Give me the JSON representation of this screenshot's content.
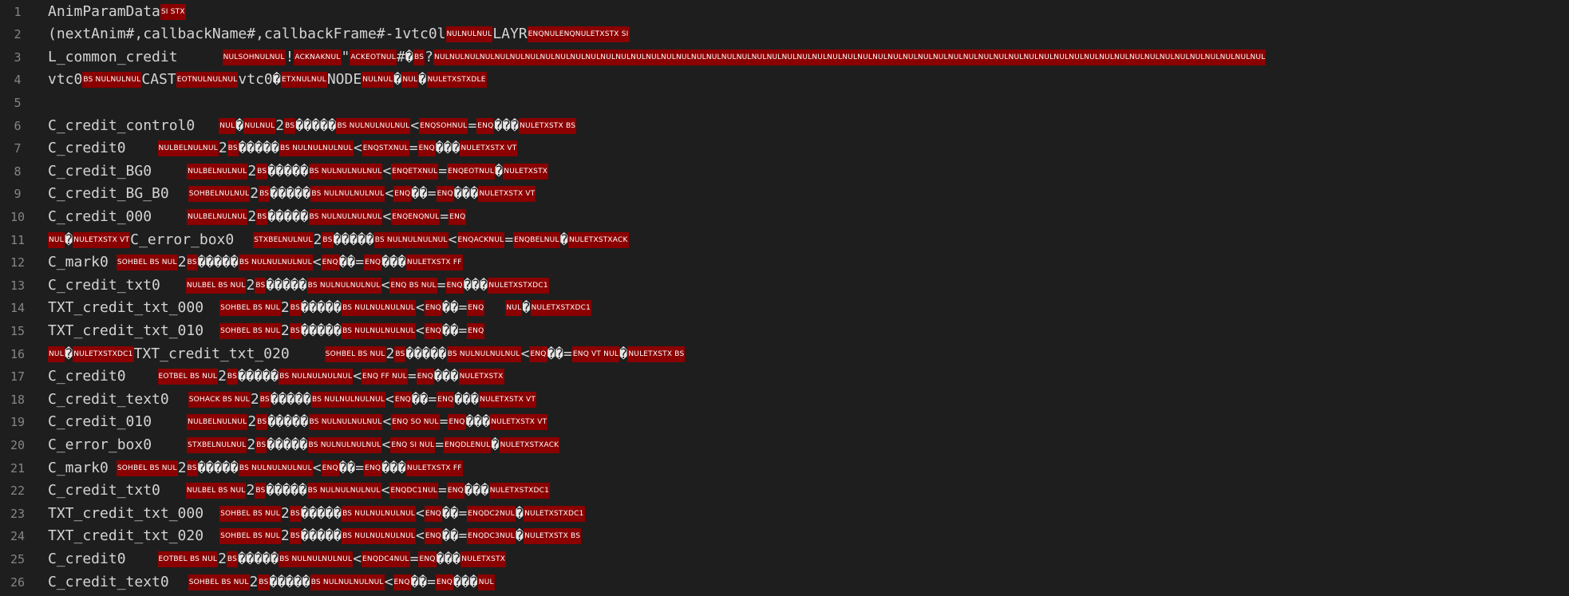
{
  "lines": [
    {
      "n": "1",
      "segs": [
        [
          "t",
          "AnimParamData"
        ],
        [
          "c",
          "SI STX"
        ]
      ]
    },
    {
      "n": "2",
      "segs": [
        [
          "t",
          "(nextAnim#,callbackName#,callbackFrame#-1vtc0l"
        ],
        [
          "c",
          "NULNULNUL"
        ],
        [
          "t",
          "LAYR"
        ],
        [
          "c",
          "ENQNULENQNULETXSTX SI"
        ]
      ]
    },
    {
      "n": "3",
      "segs": [
        [
          "t",
          "L_common_credit"
        ],
        [
          "s",
          "56"
        ],
        [
          "c",
          "NULSOHNULNUL"
        ],
        [
          "t",
          "!"
        ],
        [
          "c",
          "ACKNAKNUL"
        ],
        [
          "t",
          "\""
        ],
        [
          "c",
          "ACKEOTNUL"
        ],
        [
          "t",
          "#"
        ],
        [
          "r",
          "�"
        ],
        [
          "c",
          "BS"
        ],
        [
          "t",
          "?"
        ],
        [
          "c",
          "NULNULNULNULNULNULNULNULNULNULNULNULNULNULNULNULNULNULNULNULNULNULNULNULNULNULNULNULNULNULNULNULNULNULNULNULNULNULNULNULNULNULNULNULNULNULNULNULNULNULNULNULNULNULNUL"
        ]
      ]
    },
    {
      "n": "4",
      "segs": [
        [
          "t",
          "vtc0"
        ],
        [
          "c",
          "BS NULNULNUL"
        ],
        [
          "t",
          "CAST"
        ],
        [
          "c",
          "EOTNULNULNUL"
        ],
        [
          "t",
          "vtc0"
        ],
        [
          "r",
          "�"
        ],
        [
          "c",
          "ETXNULNUL"
        ],
        [
          "t",
          "NODE"
        ],
        [
          "c",
          "NULNUL"
        ],
        [
          "r",
          "�"
        ],
        [
          "c",
          "NUL"
        ],
        [
          "r",
          "�"
        ],
        [
          "c",
          "NULETXSTXDLE"
        ]
      ]
    },
    {
      "n": "5",
      "segs": []
    },
    {
      "n": "6",
      "segs": [
        [
          "t",
          "C_credit_control0"
        ],
        [
          "s",
          "30"
        ],
        [
          "c",
          "NUL"
        ],
        [
          "r",
          "�"
        ],
        [
          "c",
          "NULNUL"
        ],
        [
          "t",
          "2"
        ],
        [
          "c",
          "BS"
        ],
        [
          "r",
          "�����"
        ],
        [
          "c",
          "BS NULNULNULNUL"
        ],
        [
          "t",
          "<"
        ],
        [
          "c",
          "ENQSOHNUL"
        ],
        [
          "t",
          "="
        ],
        [
          "c",
          "ENQ"
        ],
        [
          "r",
          "���"
        ],
        [
          "c",
          "NULETXSTX BS"
        ]
      ]
    },
    {
      "n": "7",
      "segs": [
        [
          "t",
          "C_credit0"
        ],
        [
          "s",
          "40"
        ],
        [
          "c",
          "NULBELNULNUL"
        ],
        [
          "t",
          "2"
        ],
        [
          "c",
          "BS"
        ],
        [
          "r",
          "�����"
        ],
        [
          "c",
          "BS NULNULNULNUL"
        ],
        [
          "t",
          "<"
        ],
        [
          "c",
          "ENQSTXNUL"
        ],
        [
          "t",
          "="
        ],
        [
          "c",
          "ENQ"
        ],
        [
          "r",
          "���"
        ],
        [
          "c",
          "NULETXSTX VT"
        ]
      ]
    },
    {
      "n": "8",
      "segs": [
        [
          "t",
          "C_credit_BG0"
        ],
        [
          "s",
          "44"
        ],
        [
          "c",
          "NULBELNULNUL"
        ],
        [
          "t",
          "2"
        ],
        [
          "c",
          "BS"
        ],
        [
          "r",
          "�����"
        ],
        [
          "c",
          "BS NULNULNULNUL"
        ],
        [
          "t",
          "<"
        ],
        [
          "c",
          "ENQETXNUL"
        ],
        [
          "t",
          "="
        ],
        [
          "c",
          "ENQEOTNUL"
        ],
        [
          "r",
          "�"
        ],
        [
          "c",
          "NULETXSTX"
        ]
      ]
    },
    {
      "n": "9",
      "segs": [
        [
          "t",
          "C_credit_BG_B0"
        ],
        [
          "s",
          "24"
        ],
        [
          "c",
          "SOHBELNULNUL"
        ],
        [
          "t",
          "2"
        ],
        [
          "c",
          "BS"
        ],
        [
          "r",
          "�����"
        ],
        [
          "c",
          "BS NULNULNULNUL"
        ],
        [
          "t",
          "<"
        ],
        [
          "c",
          "ENQ"
        ],
        [
          "r",
          "��"
        ],
        [
          "t",
          "="
        ],
        [
          "c",
          "ENQ"
        ],
        [
          "r",
          "���"
        ],
        [
          "c",
          "NULETXSTX VT"
        ]
      ]
    },
    {
      "n": "10",
      "segs": [
        [
          "t",
          "C_credit_000"
        ],
        [
          "s",
          "44"
        ],
        [
          "c",
          "NULBELNULNUL"
        ],
        [
          "t",
          "2"
        ],
        [
          "c",
          "BS"
        ],
        [
          "r",
          "�����"
        ],
        [
          "c",
          "BS NULNULNULNUL"
        ],
        [
          "t",
          "<"
        ],
        [
          "c",
          "ENQENQNUL"
        ],
        [
          "t",
          "="
        ],
        [
          "c",
          "ENQ"
        ]
      ]
    },
    {
      "n": "11",
      "segs": [
        [
          "c",
          "NUL"
        ],
        [
          "r",
          "�"
        ],
        [
          "c",
          "NULETXSTX VT"
        ],
        [
          "t",
          "C_error_box0"
        ],
        [
          "s",
          "24"
        ],
        [
          "c",
          "STXBELNULNUL"
        ],
        [
          "t",
          "2"
        ],
        [
          "c",
          "BS"
        ],
        [
          "r",
          "�����"
        ],
        [
          "c",
          "BS NULNULNULNUL"
        ],
        [
          "t",
          "<"
        ],
        [
          "c",
          "ENQACKNUL"
        ],
        [
          "t",
          "="
        ],
        [
          "c",
          "ENQBELNUL"
        ],
        [
          "r",
          "�"
        ],
        [
          "c",
          "NULETXSTXACK"
        ]
      ]
    },
    {
      "n": "12",
      "segs": [
        [
          "t",
          "C_mark0"
        ],
        [
          "s",
          "10"
        ],
        [
          "c",
          "SOHBEL BS NUL"
        ],
        [
          "t",
          "2"
        ],
        [
          "c",
          "BS"
        ],
        [
          "r",
          "�����"
        ],
        [
          "c",
          "BS NULNULNULNUL"
        ],
        [
          "t",
          "<"
        ],
        [
          "c",
          "ENQ"
        ],
        [
          "r",
          "��"
        ],
        [
          "t",
          "="
        ],
        [
          "c",
          "ENQ"
        ],
        [
          "r",
          "���"
        ],
        [
          "c",
          "NULETXSTX FF"
        ]
      ]
    },
    {
      "n": "13",
      "segs": [
        [
          "t",
          "C_credit_txt0"
        ],
        [
          "s",
          "32"
        ],
        [
          "c",
          "NULBEL BS NUL"
        ],
        [
          "t",
          "2"
        ],
        [
          "c",
          "BS"
        ],
        [
          "r",
          "�����"
        ],
        [
          "c",
          "BS NULNULNULNUL"
        ],
        [
          "t",
          "<"
        ],
        [
          "c",
          "ENQ BS NUL"
        ],
        [
          "t",
          "="
        ],
        [
          "c",
          "ENQ"
        ],
        [
          "r",
          "���"
        ],
        [
          "c",
          "NULETXSTXDC1"
        ]
      ]
    },
    {
      "n": "14",
      "segs": [
        [
          "t",
          "TXT_credit_txt_000"
        ],
        [
          "s",
          "20"
        ],
        [
          "c",
          "SOHBEL BS NUL"
        ],
        [
          "t",
          "2"
        ],
        [
          "c",
          "BS"
        ],
        [
          "r",
          "�����"
        ],
        [
          "c",
          "BS NULNULNULNUL"
        ],
        [
          "t",
          "<"
        ],
        [
          "c",
          "ENQ"
        ],
        [
          "r",
          "��"
        ],
        [
          "t",
          "="
        ],
        [
          "c",
          "ENQ"
        ],
        [
          "s",
          "26"
        ],
        [
          "c",
          "NUL"
        ],
        [
          "r",
          "�"
        ],
        [
          "c",
          "NULETXSTXDC1"
        ]
      ]
    },
    {
      "n": "15",
      "segs": [
        [
          "t",
          "TXT_credit_txt_010"
        ],
        [
          "s",
          "20"
        ],
        [
          "c",
          "SOHBEL BS NUL"
        ],
        [
          "t",
          "2"
        ],
        [
          "c",
          "BS"
        ],
        [
          "r",
          "�����"
        ],
        [
          "c",
          "BS NULNULNULNUL"
        ],
        [
          "t",
          "<"
        ],
        [
          "c",
          "ENQ"
        ],
        [
          "r",
          "��"
        ],
        [
          "t",
          "="
        ],
        [
          "c",
          "ENQ"
        ]
      ]
    },
    {
      "n": "16",
      "segs": [
        [
          "c",
          "NUL"
        ],
        [
          "r",
          "�"
        ],
        [
          "c",
          "NULETXSTXDC1"
        ],
        [
          "t",
          "TXT_credit_txt_020"
        ],
        [
          "s",
          "44"
        ],
        [
          "c",
          "SOHBEL BS NUL"
        ],
        [
          "t",
          "2"
        ],
        [
          "c",
          "BS"
        ],
        [
          "r",
          "�����"
        ],
        [
          "c",
          "BS NULNULNULNUL"
        ],
        [
          "t",
          "<"
        ],
        [
          "c",
          "ENQ"
        ],
        [
          "r",
          "��"
        ],
        [
          "t",
          "="
        ],
        [
          "c",
          "ENQ VT NUL"
        ],
        [
          "r",
          "�"
        ],
        [
          "c",
          "NULETXSTX BS"
        ]
      ]
    },
    {
      "n": "17",
      "segs": [
        [
          "t",
          "C_credit0"
        ],
        [
          "s",
          "40"
        ],
        [
          "c",
          "EOTBEL BS NUL"
        ],
        [
          "t",
          "2"
        ],
        [
          "c",
          "BS"
        ],
        [
          "r",
          "�����"
        ],
        [
          "c",
          "BS NULNULNULNUL"
        ],
        [
          "t",
          "<"
        ],
        [
          "c",
          "ENQ FF NUL"
        ],
        [
          "t",
          "="
        ],
        [
          "c",
          "ENQ"
        ],
        [
          "r",
          "���"
        ],
        [
          "c",
          "NULETXSTX"
        ]
      ]
    },
    {
      "n": "18",
      "segs": [
        [
          "t",
          "C_credit_text0"
        ],
        [
          "s",
          "24"
        ],
        [
          "c",
          "SOHACK BS NUL"
        ],
        [
          "t",
          "2"
        ],
        [
          "c",
          "BS"
        ],
        [
          "r",
          "�����"
        ],
        [
          "c",
          "BS NULNULNULNUL"
        ],
        [
          "t",
          "<"
        ],
        [
          "c",
          "ENQ"
        ],
        [
          "r",
          "��"
        ],
        [
          "t",
          "="
        ],
        [
          "c",
          "ENQ"
        ],
        [
          "r",
          "���"
        ],
        [
          "c",
          "NULETXSTX VT"
        ]
      ]
    },
    {
      "n": "19",
      "segs": [
        [
          "t",
          "C_credit_010"
        ],
        [
          "s",
          "44"
        ],
        [
          "c",
          "NULBELNULNUL"
        ],
        [
          "t",
          "2"
        ],
        [
          "c",
          "BS"
        ],
        [
          "r",
          "�����"
        ],
        [
          "c",
          "BS NULNULNULNUL"
        ],
        [
          "t",
          "<"
        ],
        [
          "c",
          "ENQ SO NUL"
        ],
        [
          "t",
          "="
        ],
        [
          "c",
          "ENQ"
        ],
        [
          "r",
          "���"
        ],
        [
          "c",
          "NULETXSTX VT"
        ]
      ]
    },
    {
      "n": "20",
      "segs": [
        [
          "t",
          "C_error_box0"
        ],
        [
          "s",
          "44"
        ],
        [
          "c",
          "STXBELNULNUL"
        ],
        [
          "t",
          "2"
        ],
        [
          "c",
          "BS"
        ],
        [
          "r",
          "�����"
        ],
        [
          "c",
          "BS NULNULNULNUL"
        ],
        [
          "t",
          "<"
        ],
        [
          "c",
          "ENQ SI NUL"
        ],
        [
          "t",
          "="
        ],
        [
          "c",
          "ENQDLENUL"
        ],
        [
          "r",
          "�"
        ],
        [
          "c",
          "NULETXSTXACK"
        ]
      ]
    },
    {
      "n": "21",
      "segs": [
        [
          "t",
          "C_mark0"
        ],
        [
          "s",
          "10"
        ],
        [
          "c",
          "SOHBEL BS NUL"
        ],
        [
          "t",
          "2"
        ],
        [
          "c",
          "BS"
        ],
        [
          "r",
          "�����"
        ],
        [
          "c",
          "BS NULNULNULNUL"
        ],
        [
          "t",
          "<"
        ],
        [
          "c",
          "ENQ"
        ],
        [
          "r",
          "��"
        ],
        [
          "t",
          "="
        ],
        [
          "c",
          "ENQ"
        ],
        [
          "r",
          "���"
        ],
        [
          "c",
          "NULETXSTX FF"
        ]
      ]
    },
    {
      "n": "22",
      "segs": [
        [
          "t",
          "C_credit_txt0"
        ],
        [
          "s",
          "32"
        ],
        [
          "c",
          "NULBEL BS NUL"
        ],
        [
          "t",
          "2"
        ],
        [
          "c",
          "BS"
        ],
        [
          "r",
          "�����"
        ],
        [
          "c",
          "BS NULNULNULNUL"
        ],
        [
          "t",
          "<"
        ],
        [
          "c",
          "ENQDC1NUL"
        ],
        [
          "t",
          "="
        ],
        [
          "c",
          "ENQ"
        ],
        [
          "r",
          "���"
        ],
        [
          "c",
          "NULETXSTXDC1"
        ]
      ]
    },
    {
      "n": "23",
      "segs": [
        [
          "t",
          "TXT_credit_txt_000"
        ],
        [
          "s",
          "20"
        ],
        [
          "c",
          "SOHBEL BS NUL"
        ],
        [
          "t",
          "2"
        ],
        [
          "c",
          "BS"
        ],
        [
          "r",
          "�����"
        ],
        [
          "c",
          "BS NULNULNULNUL"
        ],
        [
          "t",
          "<"
        ],
        [
          "c",
          "ENQ"
        ],
        [
          "r",
          "��"
        ],
        [
          "t",
          "="
        ],
        [
          "c",
          "ENQDC2NUL"
        ],
        [
          "r",
          "�"
        ],
        [
          "c",
          "NULETXSTXDC1"
        ]
      ]
    },
    {
      "n": "24",
      "segs": [
        [
          "t",
          "TXT_credit_txt_020"
        ],
        [
          "s",
          "20"
        ],
        [
          "c",
          "SOHBEL BS NUL"
        ],
        [
          "t",
          "2"
        ],
        [
          "c",
          "BS"
        ],
        [
          "r",
          "�����"
        ],
        [
          "c",
          "BS NULNULNULNUL"
        ],
        [
          "t",
          "<"
        ],
        [
          "c",
          "ENQ"
        ],
        [
          "r",
          "��"
        ],
        [
          "t",
          "="
        ],
        [
          "c",
          "ENQDC3NUL"
        ],
        [
          "r",
          "�"
        ],
        [
          "c",
          "NULETXSTX BS"
        ]
      ]
    },
    {
      "n": "25",
      "segs": [
        [
          "t",
          "C_credit0"
        ],
        [
          "s",
          "40"
        ],
        [
          "c",
          "EOTBEL BS NUL"
        ],
        [
          "t",
          "2"
        ],
        [
          "c",
          "BS"
        ],
        [
          "r",
          "�����"
        ],
        [
          "c",
          "BS NULNULNULNUL"
        ],
        [
          "t",
          "<"
        ],
        [
          "c",
          "ENQDC4NUL"
        ],
        [
          "t",
          "="
        ],
        [
          "c",
          "ENQ"
        ],
        [
          "r",
          "���"
        ],
        [
          "c",
          "NULETXSTX"
        ]
      ]
    },
    {
      "n": "26",
      "segs": [
        [
          "t",
          "C_credit_text0"
        ],
        [
          "s",
          "24"
        ],
        [
          "c",
          "SOHBEL BS NUL"
        ],
        [
          "t",
          "2"
        ],
        [
          "c",
          "BS"
        ],
        [
          "r",
          "�����"
        ],
        [
          "c",
          "BS NULNULNULNUL"
        ],
        [
          "t",
          "<"
        ],
        [
          "c",
          "ENQ"
        ],
        [
          "r",
          "��"
        ],
        [
          "t",
          "="
        ],
        [
          "c",
          "ENQ"
        ],
        [
          "r",
          "���"
        ],
        [
          "c",
          "NUL"
        ]
      ]
    }
  ],
  "colors": {
    "background": "#1e1e1e",
    "line_number": "#858585",
    "text": "#d4d4d4",
    "control_char_badge": "#8b0000"
  }
}
